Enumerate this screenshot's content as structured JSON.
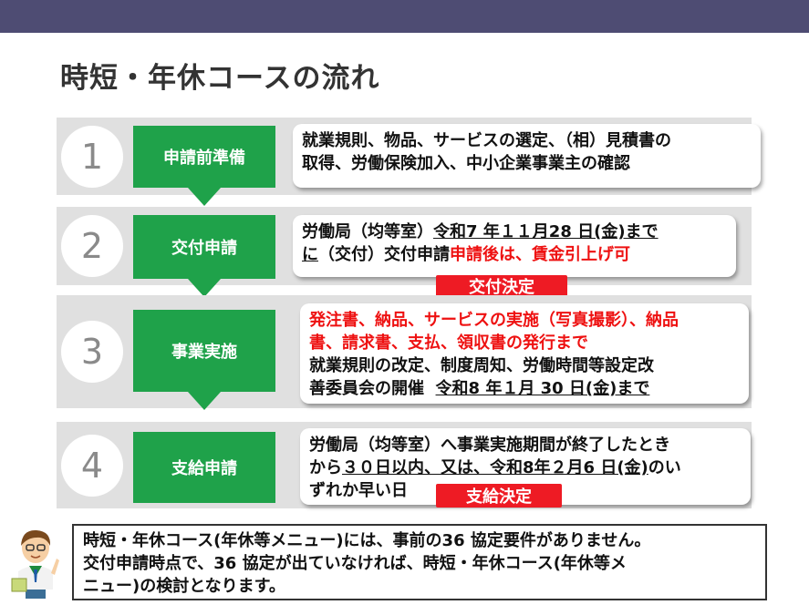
{
  "slide": {
    "title": "時短・年休コースの流れ"
  },
  "steps": [
    {
      "number": "1",
      "label": "申請前準備",
      "lines": [
        "就業規則、物品、サービスの選定、（相）見積書の",
        "取得、労働保険加入、中小企業事業主の確認"
      ]
    },
    {
      "number": "2",
      "label": "交付申請",
      "line1_a": "労働局（均等室）",
      "line1_b": "令和7 年１１月28 日(金)まで",
      "line2_a": "に",
      "line2_b": "（交付）交付申請",
      "line2_red": "申請後は、賃金引上げ可",
      "badge": "交付決定"
    },
    {
      "number": "3",
      "label": "事業実施",
      "red_line1": "発注書、納品、サービスの実施（写真撮影）、納品",
      "red_line2": "書、請求書、支払、領収書の発行まで",
      "line3": "就業規則の改定、制度周知、労働時間等設定改",
      "line4_a": "善委員会の開催",
      "line4_b": "令和8 年１月 30 日(金)まで"
    },
    {
      "number": "4",
      "label": "支給申請",
      "line1": "労働局（均等室）へ事業実施期間が終了したとき",
      "line2_a": "から",
      "line2_b": "３０日以内、又は、令和8年２月6 日(金)",
      "line2_c": "のい",
      "line3": "ずれか早い日",
      "badge": "支給決定"
    }
  ],
  "note": {
    "lines": [
      "時短・年休コース(年休等メニュー)には、事前の36 協定要件がありません。",
      "交付申請時点で、36 協定が出ていなければ、時短・年休コース(年休等メ",
      "ニュー)の検討となります。"
    ]
  },
  "colors": {
    "topbar": "#4e4c73",
    "green": "#1fa24a",
    "red": "#ee1b24",
    "row_bg": "#e0e0e0"
  },
  "icons": {
    "presenter": "person-pointing-icon"
  }
}
